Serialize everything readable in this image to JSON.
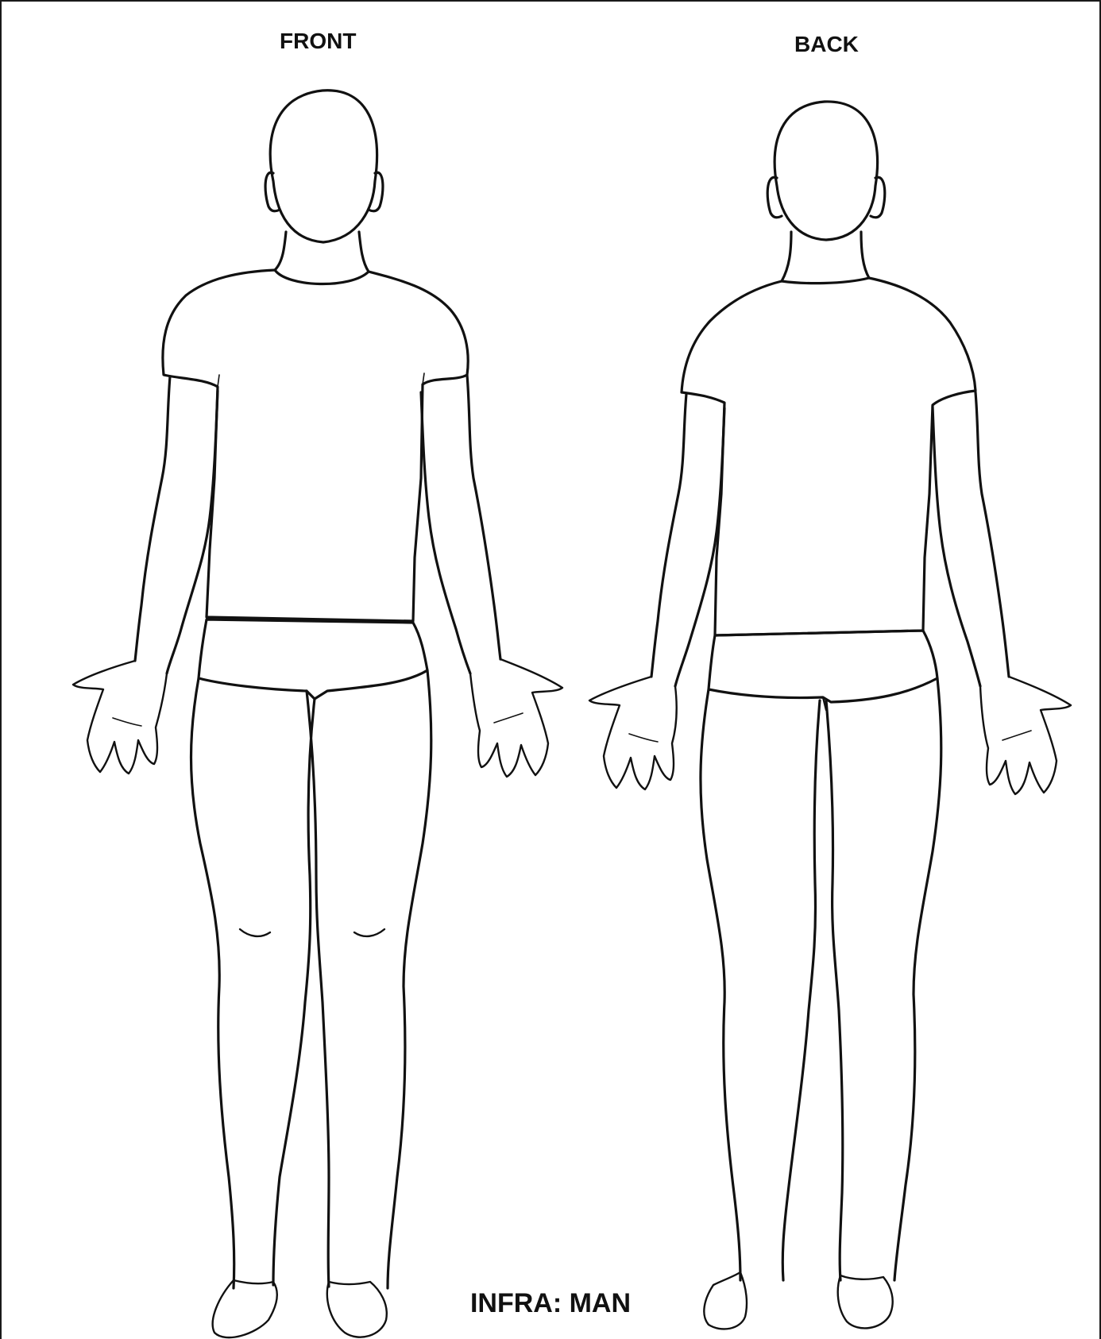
{
  "diagram": {
    "views": [
      {
        "id": "front",
        "label": "FRONT"
      },
      {
        "id": "back",
        "label": "BACK"
      }
    ],
    "footer": {
      "title": "INFRA: MAN"
    },
    "colors": {
      "line": "#111111",
      "background": "#ffffff"
    }
  }
}
